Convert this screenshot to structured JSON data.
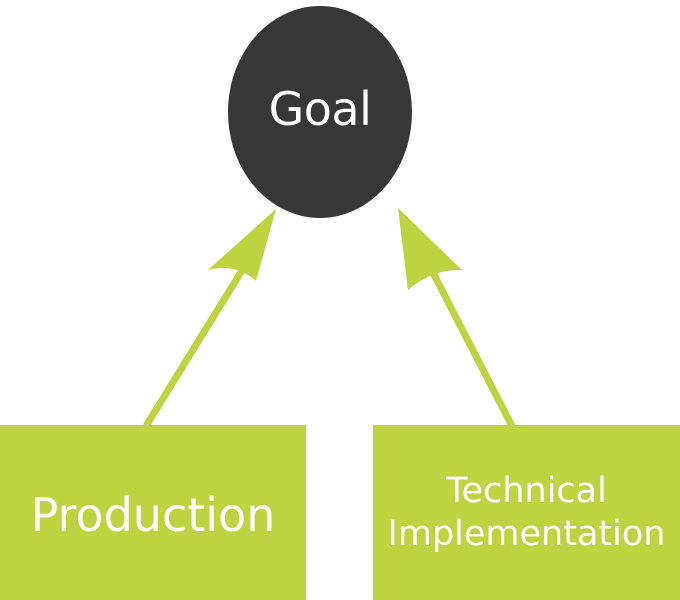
{
  "goal": {
    "label": "Goal"
  },
  "production": {
    "label": "Production"
  },
  "technical": {
    "line1": "Technical",
    "line2": "Implementation"
  },
  "colors": {
    "goal_fill": "#373737",
    "box_fill": "#bfd23f",
    "arrow": "#bfd23f",
    "text": "#ffffff"
  }
}
